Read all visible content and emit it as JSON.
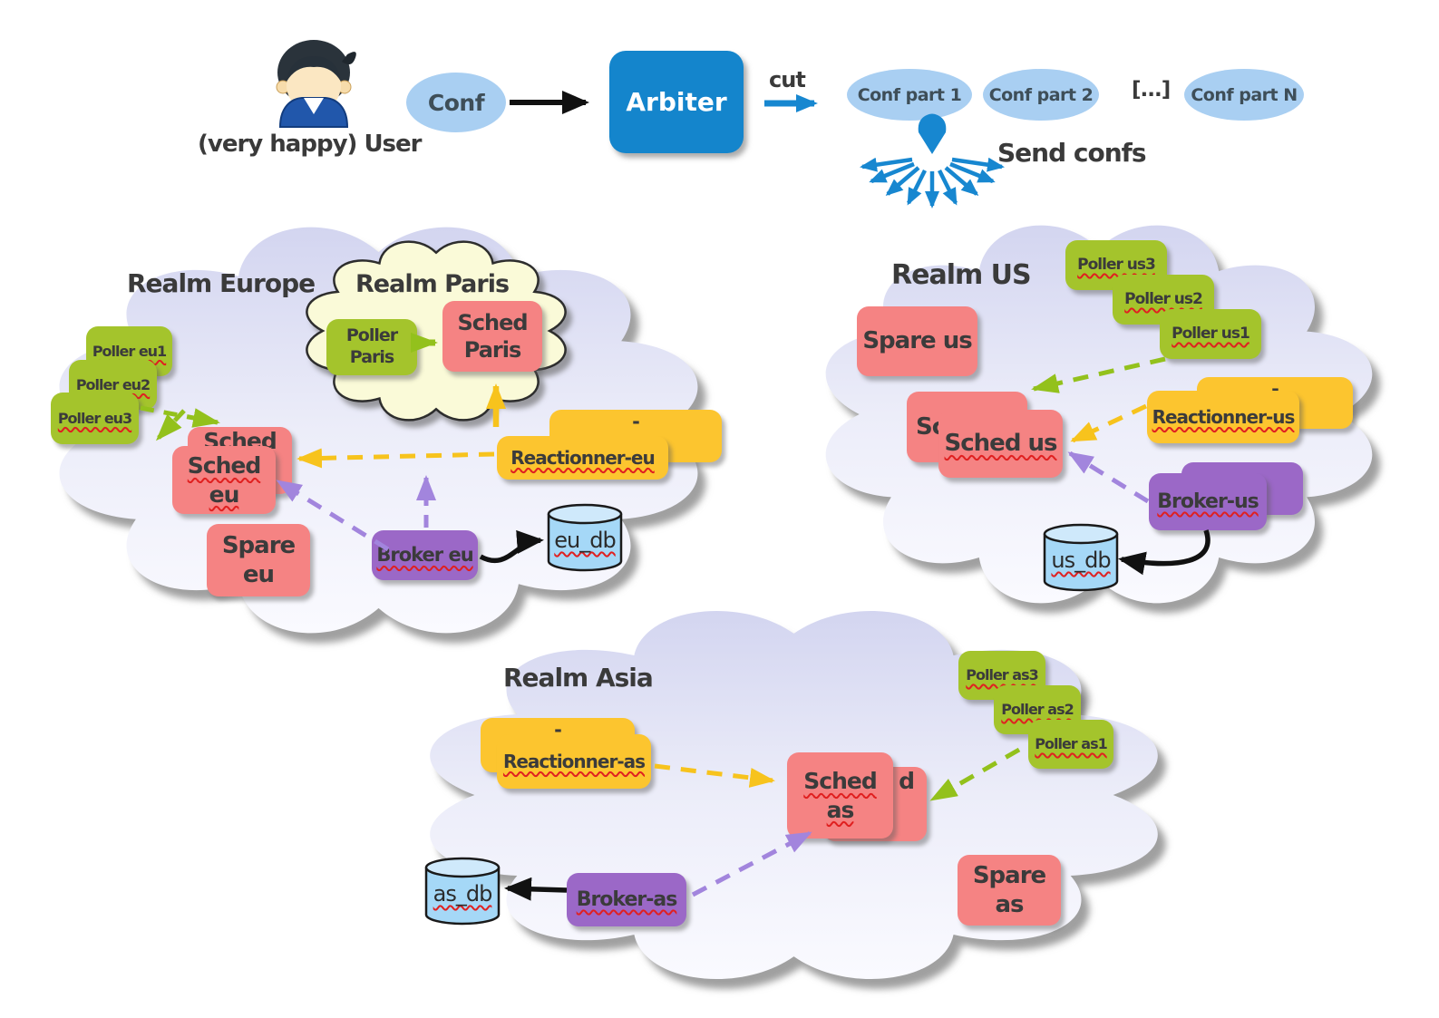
{
  "header": {
    "user_caption": "(very happy) User",
    "conf_label": "Conf",
    "arbiter_label": "Arbiter",
    "cut_label": "cut",
    "conf_parts": [
      "Conf part 1",
      "Conf part 2",
      "[...]",
      "Conf part N"
    ],
    "send_confs_label": "Send confs"
  },
  "realm_europe": {
    "title": "Realm Europe",
    "pollers": [
      "Poller eu1",
      "Poller eu2",
      "Poller eu3"
    ],
    "sched_back": "Sched",
    "sched_front": "Sched eu",
    "spare": "Spare eu",
    "broker": "Broker eu",
    "reactionner_back": "-",
    "reactionner": "Reactionner-eu",
    "db": "eu_db"
  },
  "realm_paris": {
    "title": "Realm Paris",
    "poller": "Poller Paris",
    "sched": "Sched Paris"
  },
  "realm_us": {
    "title": "Realm US",
    "pollers": [
      "Poller us3",
      "Poller us2",
      "Poller us1"
    ],
    "spare": "Spare us",
    "sched_back": "Sc",
    "sched_front": "Sched us",
    "reactionner_back": "-",
    "reactionner": "Reactionner-us",
    "broker": "Broker-us",
    "db": "us_db"
  },
  "realm_asia": {
    "title": "Realm Asia",
    "pollers": [
      "Poller as3",
      "Poller as2",
      "Poller as1"
    ],
    "reactionner_back": "-",
    "reactionner": "Reactionner-as",
    "sched_back": "d",
    "sched_front": "Sched as",
    "spare": "Spare as",
    "broker": "Broker-as",
    "db": "as_db"
  },
  "colors": {
    "poller_green": "#a4c42c",
    "sched_red": "#f58383",
    "reactionner_yellow": "#fcc52f",
    "broker_purple": "#9b68c7",
    "conf_blue": "#a9cff2",
    "arbiter_blue": "#1485cc",
    "cloud_lavender": "#d3d5f0",
    "paris_cloud_yellow": "#fafad8"
  }
}
